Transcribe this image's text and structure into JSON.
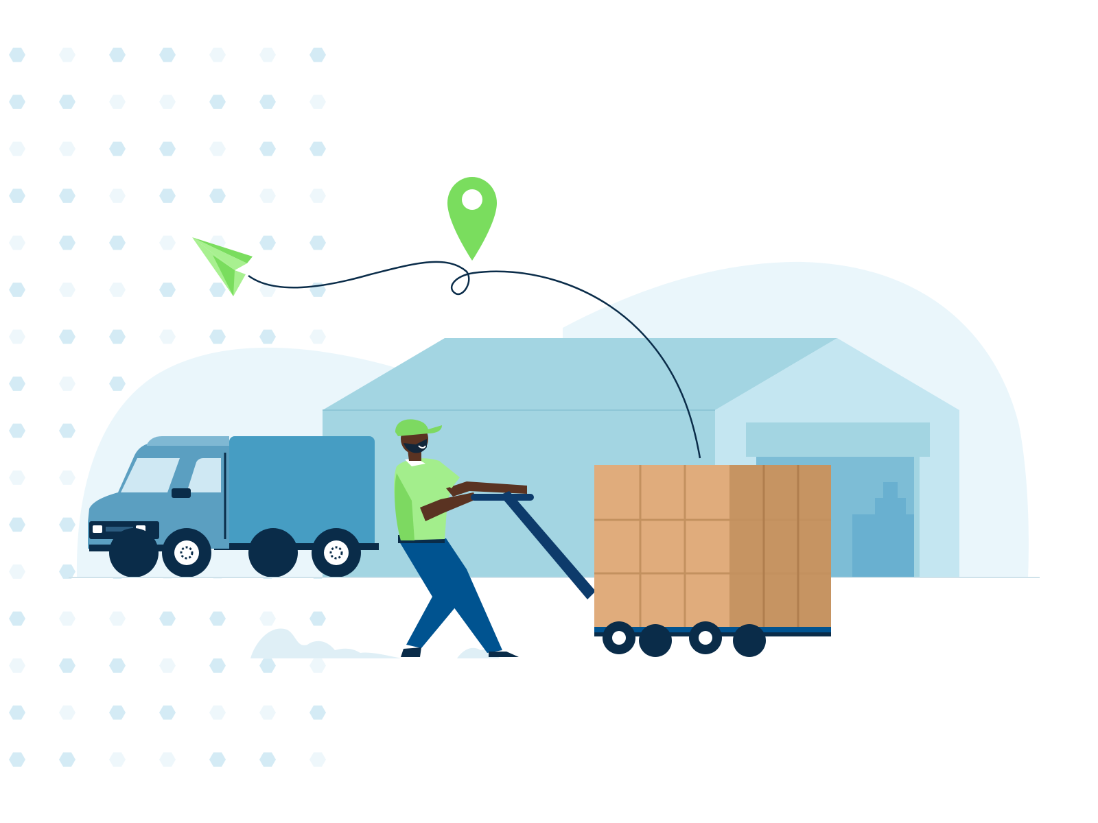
{
  "illustration": {
    "colors": {
      "background": "#ffffff",
      "hex_dots_strong": "#d4ebf5",
      "hex_dots_soft": "#eef7fb",
      "hills": "#eaf6fb",
      "warehouse_main": "#a3d5e2",
      "warehouse_roof": "#a3d5e2",
      "warehouse_side": "#c4e6f1",
      "warehouse_door_frame": "#a3d5e2",
      "warehouse_door": "#7dbdd6",
      "warehouse_inner_boxes": "#69b0d0",
      "truck_cargo": "#469dc3",
      "truck_cab": "#5b9fc1",
      "truck_window": "#cfe8f3",
      "truck_dark": "#0a2c49",
      "tire": "#0a2c49",
      "hubcap": "#ffffff",
      "worker_shirt": "#a3ee8c",
      "worker_shirt_shade": "#7dd961",
      "worker_cap": "#7dd961",
      "worker_skin": "#5a3322",
      "worker_pants": "#005390",
      "worker_beard": "#12263a",
      "cart_handle": "#0d3b6b",
      "box_light": "#e0ac7c",
      "box_dark": "#c69462",
      "box_seams": "#c3915f",
      "cart_base": "#0a2c49",
      "cart_base_strip": "#005390",
      "location_pin": "#7add5e",
      "pin_hole": "#ffffff",
      "paper_plane_light": "#a8f090",
      "paper_plane_dark": "#7add5e",
      "flight_path": "#0a2c49",
      "ground_line": "#cfe2ea",
      "dust_clouds": "#dfeff6"
    },
    "icons": [
      "paper-plane-icon",
      "location-pin-icon",
      "hexagon-dot-pattern",
      "warehouse",
      "delivery-truck",
      "delivery-worker",
      "pallet-cart"
    ]
  }
}
